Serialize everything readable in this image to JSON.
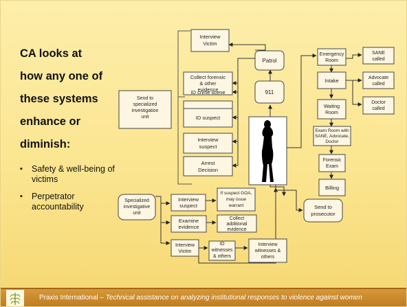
{
  "left_panel": {
    "heading_lines": [
      "CA looks at",
      "how any one of",
      "these systems",
      "enhance or",
      "diminish:"
    ],
    "bullet_marker": "▪",
    "bullets": [
      "Safety & well-being of victims",
      "Perpetrator accountability"
    ]
  },
  "diagram": {
    "nodes": {
      "interview_victim_top": [
        "Interview",
        "Victim"
      ],
      "collect_forensic": [
        "Collect forensic",
        "& other",
        "evidence"
      ],
      "id_crime_scene": [
        "ID crime scene"
      ],
      "id_suspect": [
        "ID suspect"
      ],
      "interview_suspect_top": [
        "Interview",
        "suspect"
      ],
      "arrest_decision": [
        "Arrest",
        "Decision"
      ],
      "send_specialized": [
        "Send to",
        "specialized",
        "investigation",
        "unit"
      ],
      "patrol": [
        "Patrol"
      ],
      "call_911": [
        "911"
      ],
      "emergency_room": [
        "Emergency",
        "Room"
      ],
      "sane_called": [
        "SANE",
        "called"
      ],
      "intake": [
        "Intake"
      ],
      "advocate_called": [
        "Advocate",
        "called"
      ],
      "waiting_room": [
        "Waiting",
        "Room"
      ],
      "doctor_called": [
        "Doctor",
        "called"
      ],
      "exam_room": [
        "Exam Room with",
        "SANE, Advocate,",
        "Doctor"
      ],
      "forensic_exam": [
        "Forensic",
        "Exam"
      ],
      "billing": [
        "Billing"
      ],
      "specialized_unit": [
        "Specialized",
        "investigative",
        "unit"
      ],
      "interview_suspect_bottom": [
        "Interview",
        "suspect"
      ],
      "goa_warrant": [
        "If suspect GOA,",
        "may issue",
        "warrant"
      ],
      "examine_evidence": [
        "Examine",
        "evidence"
      ],
      "collect_additional": [
        "Collect",
        "additional",
        "evidence"
      ],
      "interview_victim_bottom": [
        "Interview",
        "Victim"
      ],
      "id_witnesses": [
        "ID",
        "witnesses",
        "& others"
      ],
      "interview_witnesses": [
        "Interview",
        "witnesses &",
        "others"
      ],
      "send_prosecutor": [
        "Send to",
        "prosecutor"
      ]
    }
  },
  "footer": {
    "org": "Praxis International",
    "separator": " – ",
    "tagline": "Technical assistance on analyzing institutional responses to violence against women"
  }
}
